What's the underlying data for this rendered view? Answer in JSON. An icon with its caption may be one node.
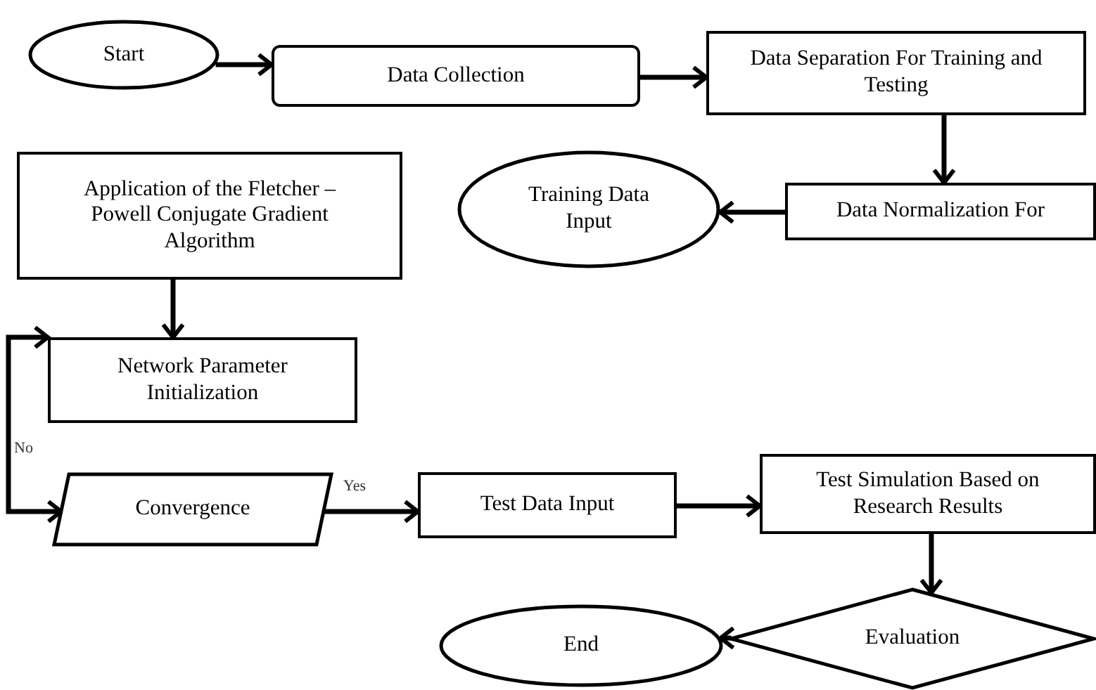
{
  "diagram": {
    "nodes": [
      {
        "text": [
          "Start"
        ]
      },
      {
        "text": [
          "Data Collection"
        ]
      },
      {
        "text": [
          "Data Separation For Training and Testing"
        ]
      },
      {
        "text": [
          "Data Normalization For"
        ]
      },
      {
        "text": [
          "Training Data Input"
        ]
      },
      {
        "text": [
          "Application of the Fletcher – Powell Conjugate Gradient Algorithm"
        ]
      },
      {
        "text": [
          "Network Parameter Initialization"
        ]
      },
      {
        "text": [
          "Convergence"
        ]
      },
      {
        "text": [
          "Test Data Input"
        ]
      },
      {
        "text": [
          "Test Simulation Based on Research Results"
        ]
      },
      {
        "text": [
          "Evaluation"
        ]
      },
      {
        "text": [
          "End"
        ]
      }
    ],
    "edges": [
      {
        "from": 0,
        "to": 1,
        "arrow": "to"
      },
      {
        "from": 1,
        "to": 2,
        "arrow": "to"
      },
      {
        "from": 2,
        "to": 3,
        "arrow": "to"
      },
      {
        "from": 3,
        "to": 4,
        "arrow": "to"
      },
      {
        "from": 5,
        "to": 6,
        "arrow": "to"
      },
      {
        "from": 7,
        "to": 6,
        "arrow": "both",
        "label": "No"
      },
      {
        "from": 7,
        "to": 8,
        "arrow": "to",
        "label": "Yes"
      },
      {
        "from": 8,
        "to": 9,
        "arrow": "to"
      },
      {
        "from": 9,
        "to": 10,
        "arrow": "to"
      },
      {
        "from": 10,
        "to": 11,
        "arrow": "to"
      }
    ]
  }
}
